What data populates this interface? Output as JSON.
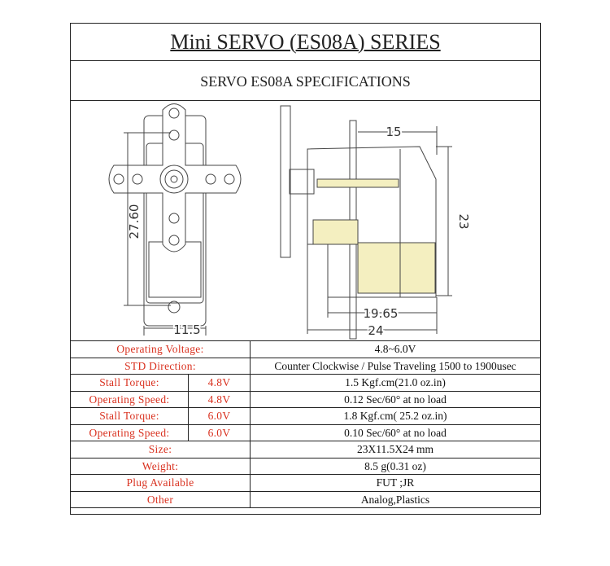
{
  "title": "Mini SERVO (ES08A) SERIES",
  "subtitle": "SERVO ES08A  SPECIFICATIONS",
  "drawing": {
    "dims": {
      "height_front": "27.60",
      "width_front": "11.5",
      "top": "15",
      "height_side": "23",
      "inner": "19.65",
      "length": "24"
    }
  },
  "specs": [
    {
      "label": "Operating Voltage:",
      "value": "4.8~6.0V"
    },
    {
      "label": "STD  Direction:",
      "value": "Counter Clockwise / Pulse Traveling 1500 to 1900usec"
    },
    {
      "label": "Stall  Torque:",
      "voltage": "4.8V",
      "value": "1.5 Kgf.cm(21.0 oz.in)"
    },
    {
      "label": "Operating Speed:",
      "voltage": "4.8V",
      "value": "0.12 Sec/60° at no load"
    },
    {
      "label": "Stall  Torque:",
      "voltage": "6.0V",
      "value": "1.8 Kgf.cm( 25.2 oz.in)"
    },
    {
      "label": "Operating Speed:",
      "voltage": "6.0V",
      "value": "0.10 Sec/60° at no load"
    },
    {
      "label": "Size:",
      "value": "23X11.5X24 mm"
    },
    {
      "label": "Weight:",
      "value": "8.5 g(0.31 oz)"
    },
    {
      "label": "Plug   Available",
      "value": "FUT ;JR"
    },
    {
      "label": "Other",
      "value": "Analog,Plastics"
    }
  ],
  "colors": {
    "label": "#d9311f",
    "line": "#222222",
    "gear_fill": "#f4efc0"
  }
}
